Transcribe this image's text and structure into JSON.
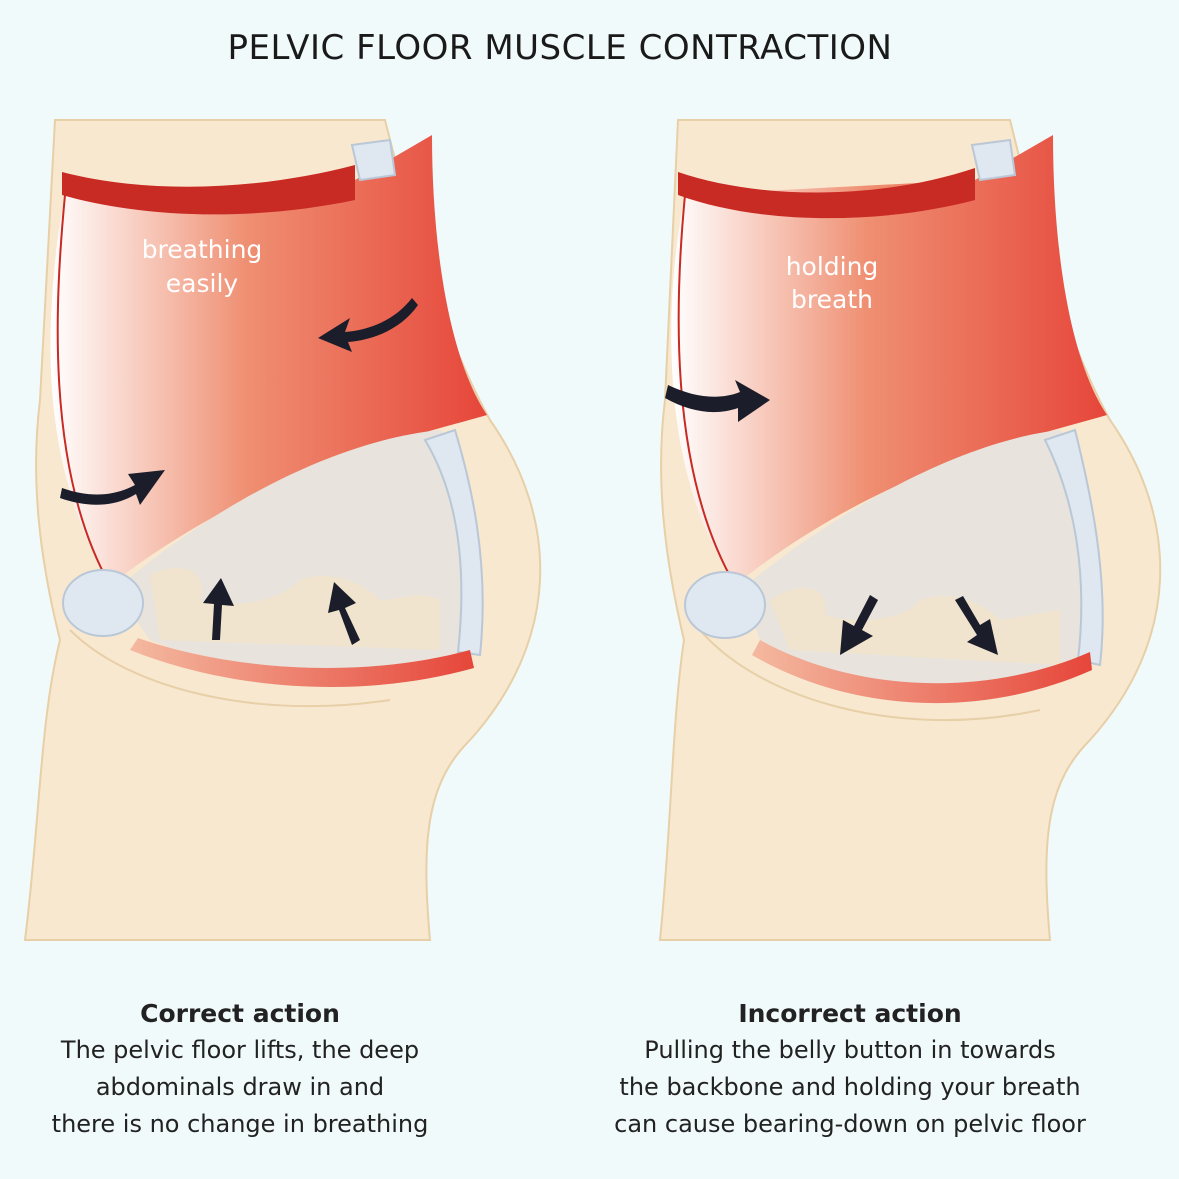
{
  "title": "PELVIC FLOOR MUSCLE CONTRACTION",
  "panels": [
    {
      "label_line1": "breathing",
      "label_line2": "easily",
      "caption_title": "Correct action",
      "caption_lines": [
        "The pelvic floor lifts, the deep",
        "abdominals draw in and",
        "there is no change in breathing"
      ]
    },
    {
      "label_line1": "holding",
      "label_line2": "breath",
      "caption_title": "Incorrect action",
      "caption_lines": [
        "Pulling the belly button in towards",
        "the backbone and holding your breath",
        "can cause bearing-down on pelvic floor"
      ]
    }
  ],
  "colors": {
    "background": "#f1fafb",
    "skin": "#f8e8cf",
    "muscle": "#e6463a",
    "muscle_dark": "#c82a24",
    "cavity": "#e8e3dc",
    "bone": "#dfe7f0",
    "arrow": "#1c1d2b"
  }
}
